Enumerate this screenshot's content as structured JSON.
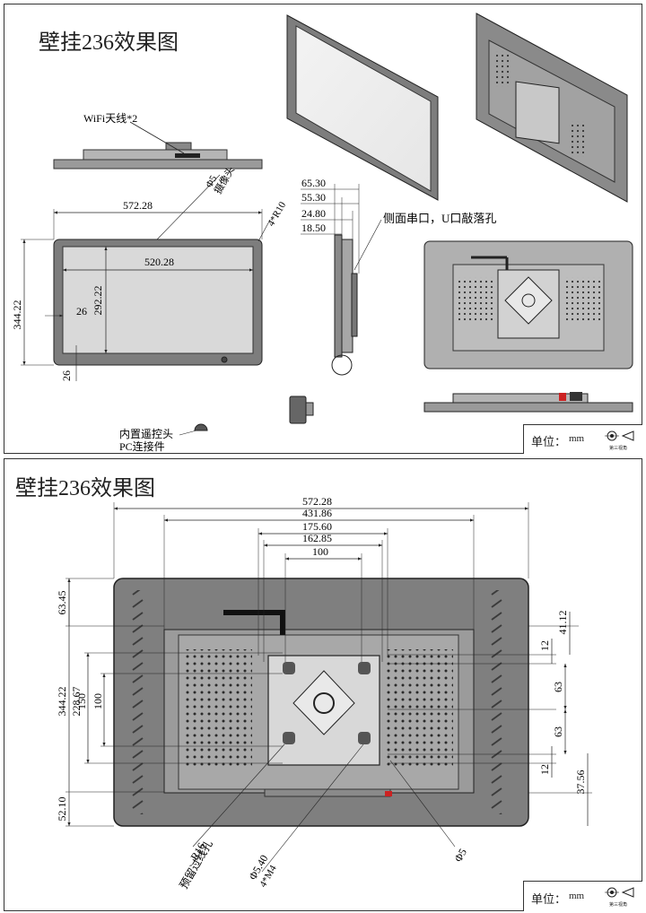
{
  "sheet1": {
    "title": "壁挂236效果图",
    "labels": {
      "wifi": "WiFi天线*2",
      "width": "572.28",
      "inner_width": "520.28",
      "height": "344.22",
      "inner_height": "292.22",
      "border_side": "26",
      "border_bottom": "26",
      "camera_dia": "Φ5",
      "camera_name": "摄像头",
      "radius": "4*R10",
      "side_dims": [
        "65.30",
        "55.30",
        "24.80",
        "18.50"
      ],
      "side_port": "侧面串口，U口敲落孔",
      "remote_1": "内置遥控头",
      "remote_2": "PC连接件"
    },
    "title_block": {
      "unit_label": "单位：",
      "unit": "mm",
      "projection": "第三视角"
    }
  },
  "sheet2": {
    "title": "壁挂236效果图",
    "labels": {
      "width": "572.28",
      "hole_span": "431.86",
      "span_175": "175.60",
      "span_162": "162.85",
      "vesa": "100",
      "height": "344.22",
      "top_63": "63.45",
      "hole_height": "228.67",
      "h150": "150",
      "h100": "100",
      "bottom_52": "52.10",
      "r41": "41.12",
      "r12a": "12",
      "r63a": "63",
      "r63b": "63",
      "r12b": "12",
      "r37": "37.56",
      "r16": "R16",
      "cable_hole": "预留过线孔",
      "dia_540": "Φ5.40",
      "m4": "4*M4",
      "dia_5": "Φ5"
    },
    "title_block": {
      "unit_label": "单位：",
      "unit": "mm",
      "projection": "第三视角"
    }
  }
}
